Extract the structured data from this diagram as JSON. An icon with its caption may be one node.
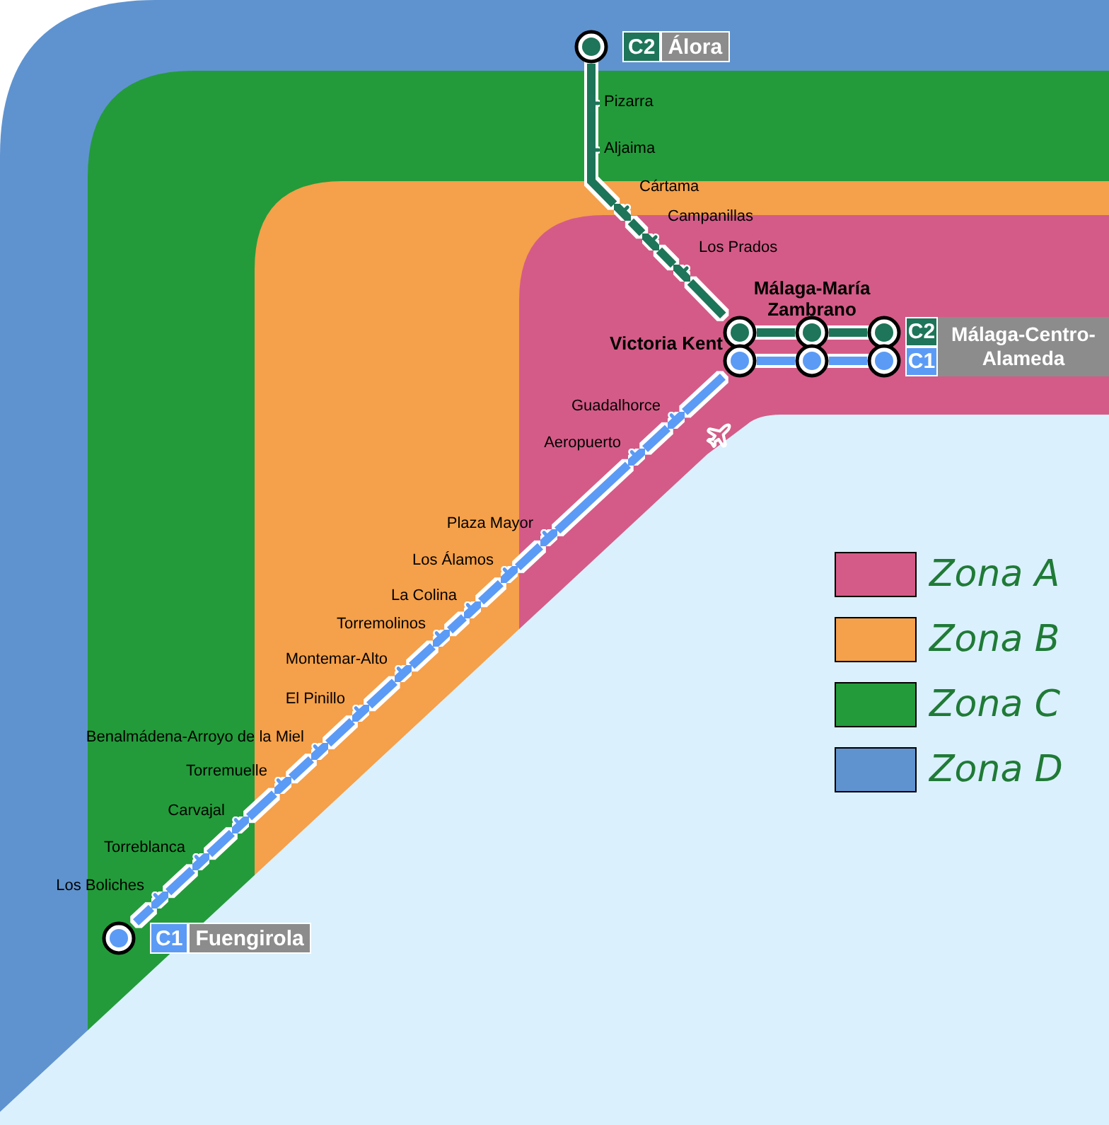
{
  "diagram": {
    "nodes": [
      {
        "text": [],
        "shape": "circle",
        "beside": [
          "C2",
          "Álora"
        ]
      },
      {
        "text": [],
        "shape": "bar",
        "beside": [
          "Pizarra"
        ]
      },
      {
        "text": [],
        "shape": "bar",
        "beside": [
          "Aljaima"
        ]
      },
      {
        "text": [],
        "shape": "bar",
        "beside": [
          "Cártama"
        ]
      },
      {
        "text": [],
        "shape": "bar",
        "beside": [
          "Campanillas"
        ]
      },
      {
        "text": [],
        "shape": "bar",
        "beside": [
          "Los Prados"
        ]
      },
      {
        "text": [],
        "shape": "circle",
        "beside": [
          "Victoria Kent"
        ]
      },
      {
        "text": [],
        "shape": "circle",
        "beside": [
          "Málaga-María Zambrano"
        ]
      },
      {
        "text": [],
        "shape": "circle",
        "beside": [
          "C2",
          "C1",
          "Málaga-Centro-Alameda"
        ]
      },
      {
        "text": [],
        "shape": "bar",
        "beside": [
          "Guadalhorce"
        ]
      },
      {
        "text": [],
        "shape": "bar",
        "beside": [
          "Aeropuerto"
        ]
      },
      {
        "text": [],
        "shape": "bar",
        "beside": [
          "Plaza Mayor"
        ]
      },
      {
        "text": [],
        "shape": "bar",
        "beside": [
          "Los Álamos"
        ]
      },
      {
        "text": [],
        "shape": "bar",
        "beside": [
          "La Colina"
        ]
      },
      {
        "text": [],
        "shape": "bar",
        "beside": [
          "Torremolinos"
        ]
      },
      {
        "text": [],
        "shape": "bar",
        "beside": [
          "Montemar-Alto"
        ]
      },
      {
        "text": [],
        "shape": "bar",
        "beside": [
          "El Pinillo"
        ]
      },
      {
        "text": [],
        "shape": "bar",
        "beside": [
          "Benalmádena-Arroyo de la Miel"
        ]
      },
      {
        "text": [],
        "shape": "bar",
        "beside": [
          "Torremuelle"
        ]
      },
      {
        "text": [],
        "shape": "bar",
        "beside": [
          "Carvajal"
        ]
      },
      {
        "text": [],
        "shape": "bar",
        "beside": [
          "Torreblanca"
        ]
      },
      {
        "text": [],
        "shape": "bar",
        "beside": [
          "Los Boliches"
        ]
      },
      {
        "text": [],
        "shape": "circle",
        "beside": [
          "C1",
          "Fuengirola"
        ]
      }
    ],
    "edges": [
      {
        "from": 0,
        "to": 1,
        "arrow": "none",
        "color": "#1e7559"
      },
      {
        "from": 1,
        "to": 2,
        "arrow": "none",
        "color": "#1e7559"
      },
      {
        "from": 2,
        "to": 3,
        "arrow": "none",
        "color": "#1e7559"
      },
      {
        "from": 3,
        "to": 4,
        "arrow": "none",
        "color": "#1e7559"
      },
      {
        "from": 4,
        "to": 5,
        "arrow": "none",
        "color": "#1e7559"
      },
      {
        "from": 5,
        "to": 6,
        "arrow": "none",
        "color": "#1e7559"
      },
      {
        "from": 6,
        "to": 7,
        "arrow": "none",
        "color": "#1e7559"
      },
      {
        "from": 7,
        "to": 8,
        "arrow": "none",
        "color": "#1e7559"
      },
      {
        "from": 22,
        "to": 21,
        "arrow": "none"
      },
      {
        "from": 21,
        "to": 20,
        "arrow": "none"
      },
      {
        "from": 20,
        "to": 19,
        "arrow": "none"
      },
      {
        "from": 19,
        "to": 18,
        "arrow": "none"
      },
      {
        "from": 18,
        "to": 17,
        "arrow": "none"
      },
      {
        "from": 17,
        "to": 16,
        "arrow": "none"
      },
      {
        "from": 16,
        "to": 15,
        "arrow": "none"
      },
      {
        "from": 15,
        "to": 14,
        "arrow": "none"
      },
      {
        "from": 14,
        "to": 13,
        "arrow": "none"
      },
      {
        "from": 13,
        "to": 12,
        "arrow": "none"
      },
      {
        "from": 12,
        "to": 11,
        "arrow": "none"
      },
      {
        "from": 11,
        "to": 10,
        "arrow": "none"
      },
      {
        "from": 10,
        "to": 9,
        "arrow": "none"
      },
      {
        "from": 9,
        "to": 6,
        "arrow": "none"
      },
      {
        "from": 6,
        "to": 7,
        "arrow": "none"
      },
      {
        "from": 7,
        "to": 8,
        "arrow": "none"
      }
    ],
    "legend": [
      {
        "text": "Zona A",
        "color": "#d45b87"
      },
      {
        "text": "Zona B",
        "color": "#f5a04a"
      },
      {
        "text": "Zona C",
        "color": "#239b3a"
      },
      {
        "text": "Zona D",
        "color": "#5f93cf"
      }
    ]
  }
}
